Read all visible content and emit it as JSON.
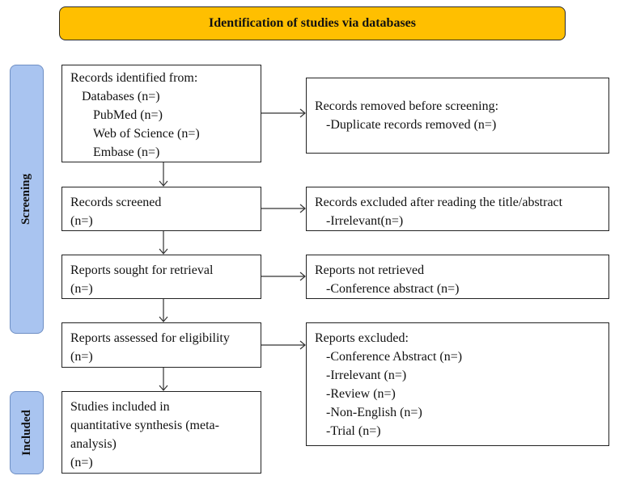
{
  "header": {
    "title": "Identification of studies via databases"
  },
  "phases": {
    "screening": "Screening",
    "included": "Included"
  },
  "boxes": {
    "identified": {
      "title": "Records identified from:",
      "databases": "Databases (n=)",
      "pubmed": "PubMed (n=)",
      "wos": "Web of Science (n=)",
      "embase": "Embase (n=)"
    },
    "removed": {
      "title": "Records removed before screening:",
      "duplicates": "-Duplicate records removed  (n=)"
    },
    "screened": {
      "title": "Records screened",
      "n": "(n=)"
    },
    "excluded_title": {
      "title": "Records excluded after reading the title/abstract",
      "irrelevant": "-Irrelevant(n=)"
    },
    "sought": {
      "title": "Reports sought for retrieval",
      "n": "(n=)"
    },
    "not_retrieved": {
      "title": "Reports not retrieved",
      "conference": "-Conference abstract (n=)"
    },
    "assessed": {
      "title": "Reports assessed for eligibility",
      "n": "(n=)"
    },
    "reports_excluded": {
      "title": "Reports excluded:",
      "items": [
        "-Conference Abstract  (n=)",
        "-Irrelevant (n=)",
        "-Review (n=)",
        "-Non-English (n=)",
        "-Trial (n=)"
      ]
    },
    "included": {
      "line1": "Studies included in",
      "line2": "quantitative synthesis (meta-",
      "line3": "analysis)",
      "n": "(n=)"
    }
  }
}
